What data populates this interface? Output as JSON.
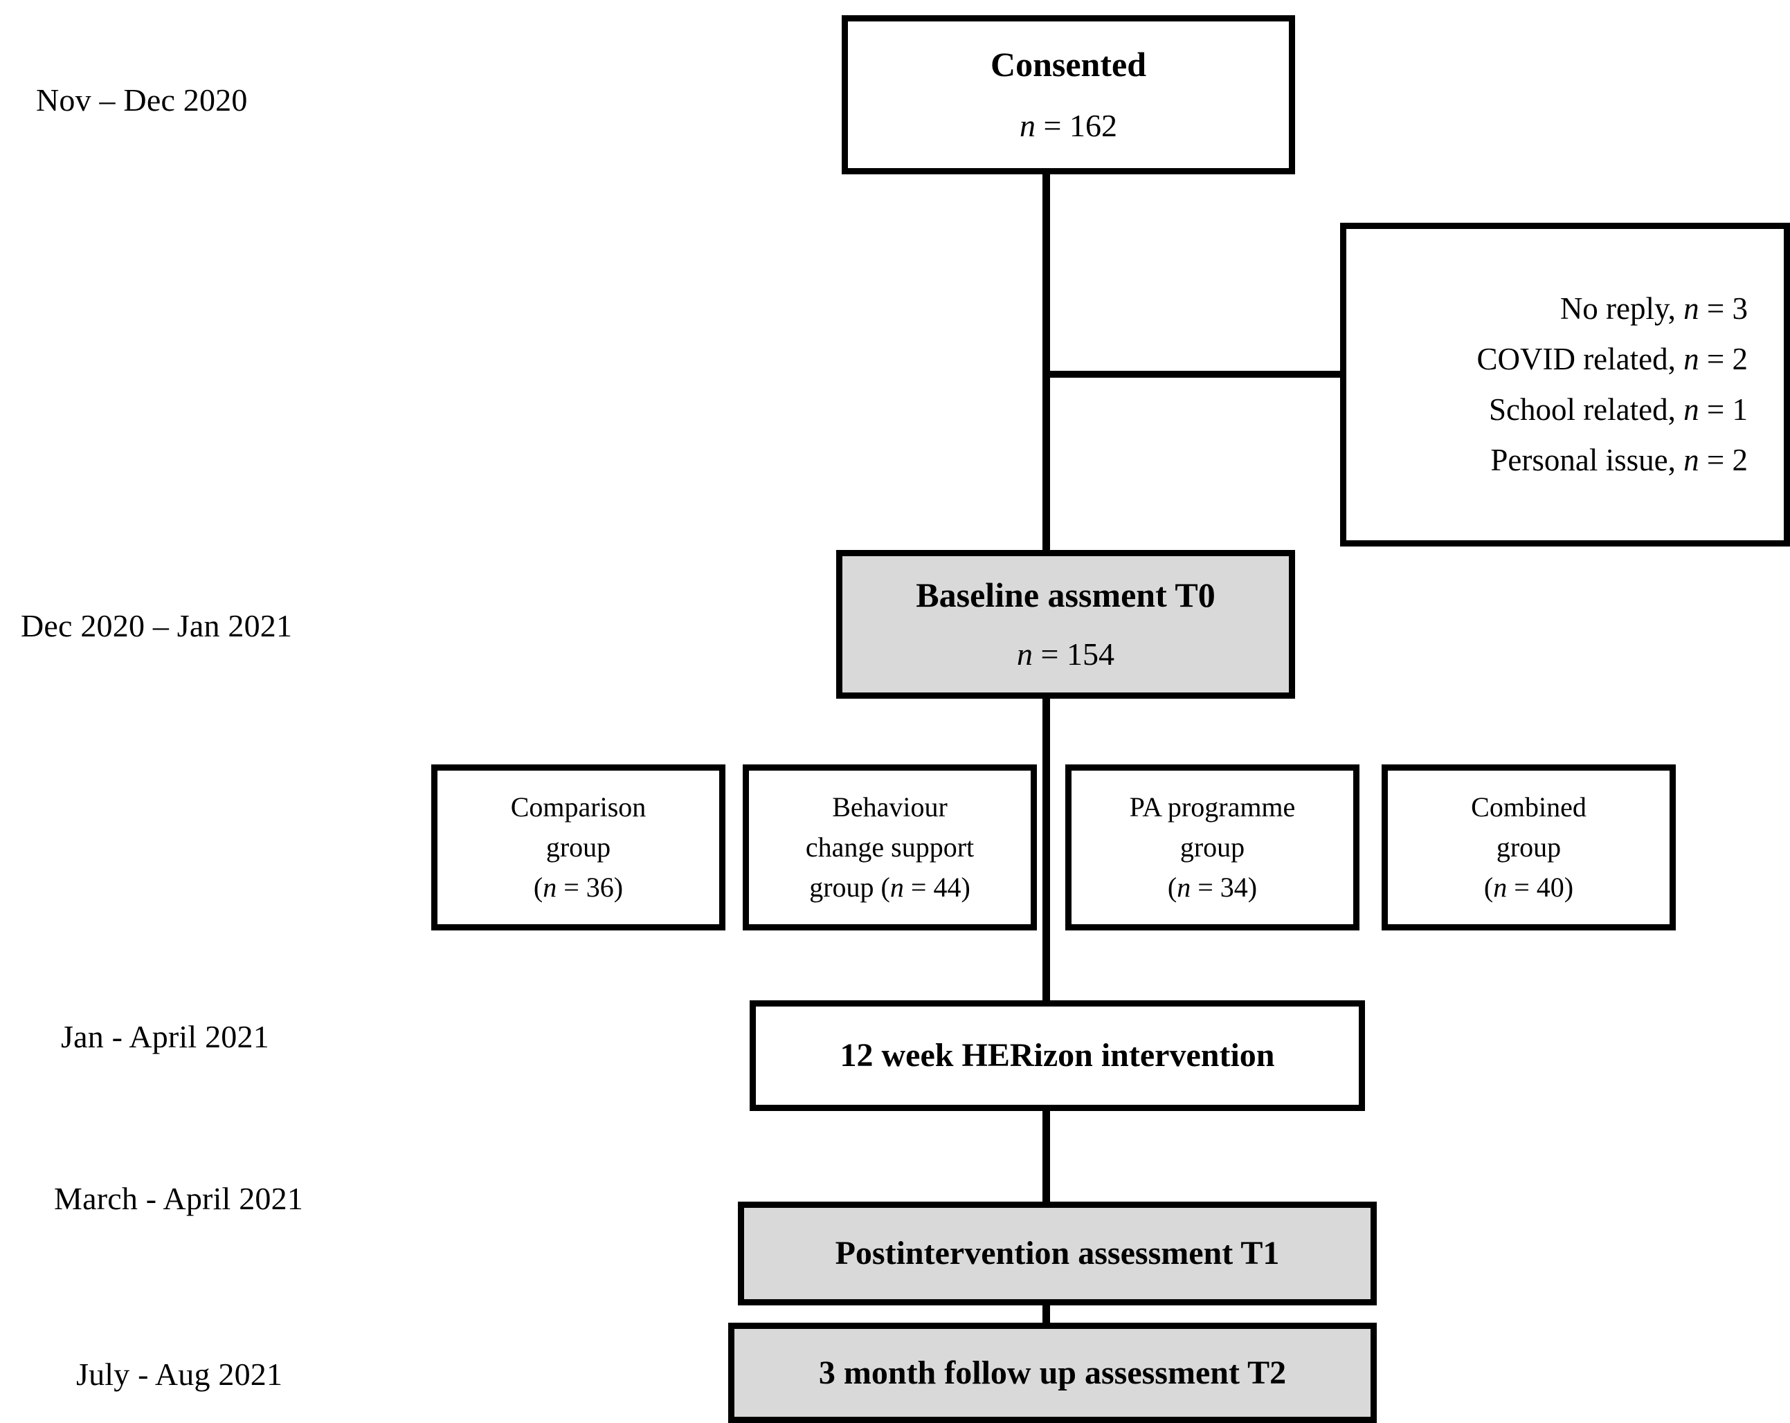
{
  "figure": {
    "type": "consort-flow-diagram",
    "title": "HERizon study participant flow"
  },
  "timeline": [
    {
      "id": "t-consent",
      "label": "Nov – Dec 2020"
    },
    {
      "id": "t-baseline",
      "label": "Dec 2020 – Jan 2021"
    },
    {
      "id": "t-intervention",
      "label": "Jan - April 2021"
    },
    {
      "id": "t-post",
      "label": "March - April 2021"
    },
    {
      "id": "t-followup",
      "label": "July - Aug 2021"
    }
  ],
  "nodes": {
    "consented": {
      "title": "Consented",
      "count_label": "n",
      "count_sep": " = ",
      "count_value": "162"
    },
    "exclusions": {
      "items": [
        {
          "reason": "No reply,",
          "n_label": "n",
          "sep": " = ",
          "value": "3"
        },
        {
          "reason": "COVID related,",
          "n_label": "n",
          "sep": " = ",
          "value": "2"
        },
        {
          "reason": "School related,",
          "n_label": "n",
          "sep": " = ",
          "value": "1"
        },
        {
          "reason": "Personal issue,",
          "n_label": "n",
          "sep": " = ",
          "value": "2"
        }
      ]
    },
    "baseline": {
      "title": "Baseline assment T0",
      "count_label": "n",
      "count_sep": " = ",
      "count_value": "154"
    },
    "groups": [
      {
        "id": "comparison",
        "line1": "Comparison",
        "line2": "group",
        "open": "(",
        "n_label": "n",
        "sep": " = ",
        "value": "36",
        "close": ")"
      },
      {
        "id": "behaviour",
        "line1": "Behaviour",
        "line2": "change support",
        "line3prefix": "group ",
        "open": "(",
        "n_label": "n",
        "sep": " = ",
        "value": "44",
        "close": ")"
      },
      {
        "id": "pa",
        "line1": "PA programme",
        "line2": "group",
        "open": "(",
        "n_label": "n",
        "sep": " = ",
        "value": "34",
        "close": ")"
      },
      {
        "id": "combined",
        "line1": "Combined",
        "line2": "group",
        "open": "(",
        "n_label": "n",
        "sep": " = ",
        "value": "40",
        "close": ")"
      }
    ],
    "intervention": {
      "title": "12 week HERizon intervention"
    },
    "postintervention": {
      "title": "Postintervention assessment T1"
    },
    "followup": {
      "title": "3 month follow up assessment T2"
    }
  },
  "colors": {
    "shaded_fill": "#d9d9d9",
    "stroke": "#000000",
    "background": "#ffffff"
  }
}
